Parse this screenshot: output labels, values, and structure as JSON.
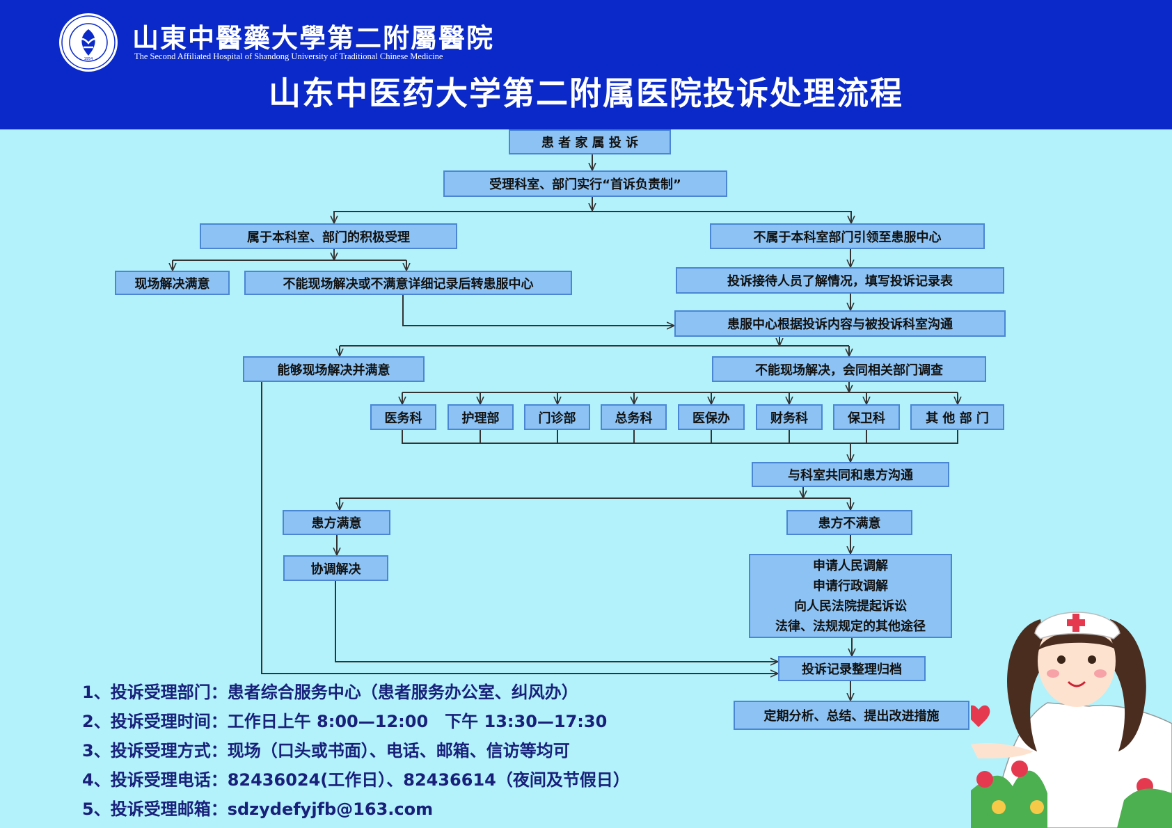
{
  "header": {
    "hospital_name": "山東中醫藥大學第二附屬醫院",
    "hospital_name_en": "The Second Affiliated Hospital of Shandong University of Traditional Chinese Medicine",
    "logo_year": "1954",
    "title": "山东中医药大学第二附属医院投诉处理流程"
  },
  "flow": {
    "complaint": "患 者 家 属 投 诉",
    "first_responsibility": "受理科室、部门实行“首诉负责制”",
    "within_dept": "属于本科室、部门的积极受理",
    "not_within_dept": "不属于本科室部门引领至患服中心",
    "resolved_on_site": "现场解决满意",
    "not_resolved_transfer": "不能现场解决或不满意详细记录后转患服中心",
    "staff_record": "投诉接待人员了解情况，填写投诉记录表",
    "center_communicate": "患服中心根据投诉内容与被投诉科室沟通",
    "can_resolve": "能够现场解决并满意",
    "cannot_resolve": "不能现场解决，会同相关部门调查",
    "departments": [
      "医务科",
      "护理部",
      "门诊部",
      "总务科",
      "医保办",
      "财务科",
      "保卫科",
      "其 他 部 门"
    ],
    "joint_communication": "与科室共同和患方沟通",
    "satisfied": "患方满意",
    "coordinate": "协调解决",
    "unsatisfied": "患方不满意",
    "remedies": [
      "申请人民调解",
      "申请行政调解",
      "向人民法院提起诉讼",
      "法律、法规规定的其他途径"
    ],
    "archive": "投诉记录整理归档",
    "improve": "定期分析、总结、提出改进措施"
  },
  "notes": [
    "1、投诉受理部门：患者综合服务中心（患者服务办公室、纠风办）",
    "2、投诉受理时间：工作日上午 8:00—12:00　下午 13:30—17:30",
    "3、投诉受理方式：现场（口头或书面）、电话、邮箱、信访等均可",
    "4、投诉受理电话：82436024(工作日）、82436614（夜间及节假日）",
    "5、投诉受理邮箱：sdzydefyjfb@163.com"
  ],
  "colors": {
    "header_bg": "#0a29c8",
    "page_bg": "#b3f2fb",
    "box_fill": "#8cc3f4",
    "box_border": "#4a86d4",
    "note_text": "#18207a"
  }
}
